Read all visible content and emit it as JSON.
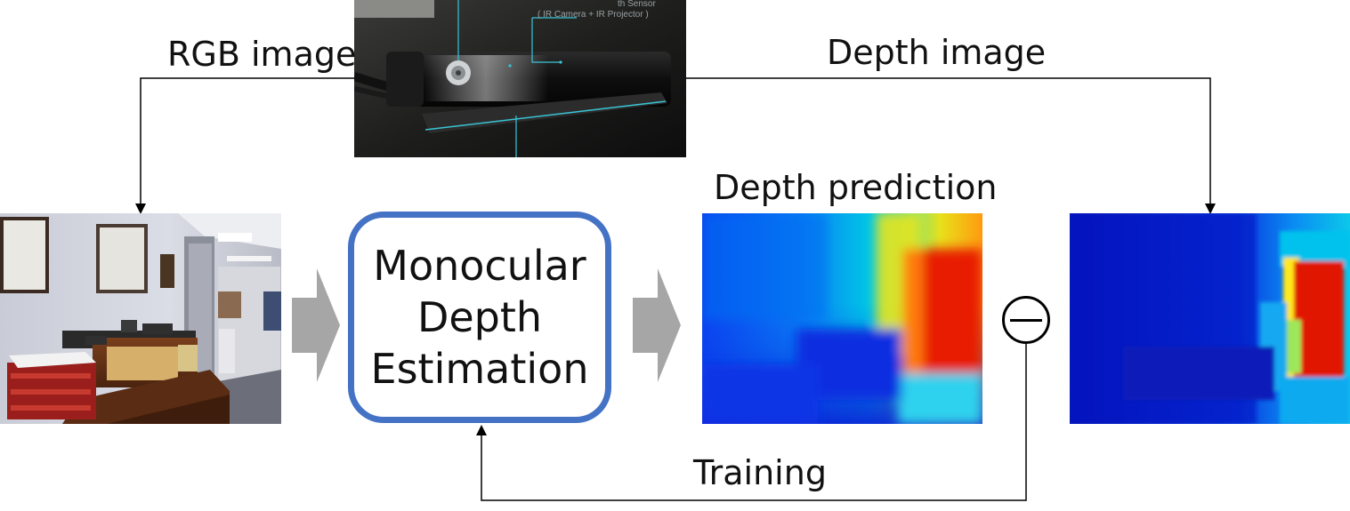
{
  "labels": {
    "rgb_image": "RGB image",
    "depth_image": "Depth image",
    "depth_prediction": "Depth prediction",
    "training": "Training"
  },
  "sensor_photo": {
    "caption_line1": "th Sensor",
    "caption_line2": "( IR Camera + IR Projector )"
  },
  "module": {
    "line1": "Monocular",
    "line2": "Depth",
    "line3": "Estimation"
  },
  "colors": {
    "module_border": "#4472c4",
    "flow_arrow": "#a6a6a6",
    "wire": "#000000",
    "depth_near": "#0a1fd6",
    "depth_far": "#e51200"
  }
}
